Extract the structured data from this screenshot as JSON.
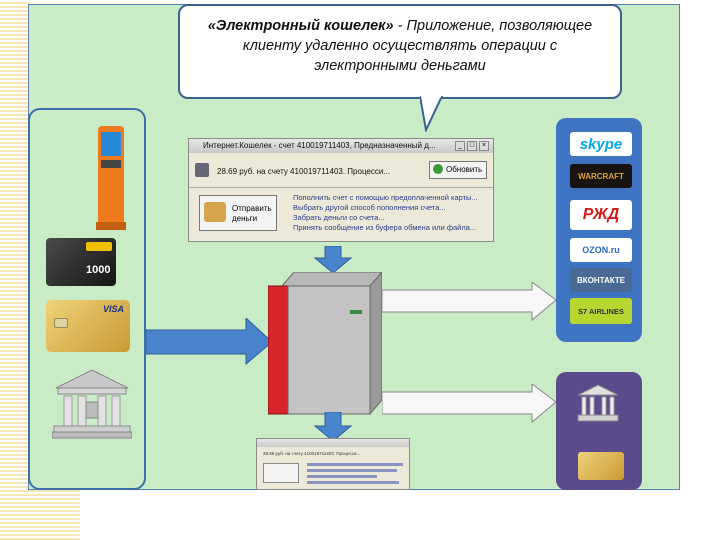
{
  "callout": {
    "title": "«Электронный кошелек»",
    "text_rest": " - Приложение, позволяющее клиенту удаленно осуществлять операции с электронными деньгами"
  },
  "card_amount": "1000",
  "card_brand": "VISA",
  "wallet_window": {
    "title": "Интернет.Кошелек - счет 410019711403, Предназначенный д...",
    "balance": "28.69 руб. на счету 410019711403. Процесси...",
    "refresh_label": "Обновить",
    "send_label_1": "Отправить",
    "send_label_2": "деньги",
    "links": [
      "Пополнить счет с помощью предоплаченной карты...",
      "Выбрать другой способ пополнения счета...",
      "Забрать деньги со счета...",
      "Принять сообщение из буфера обмена или файла..."
    ]
  },
  "small_window": {
    "balance": "28.69 руб. на счету 410019711403. Процесси..."
  },
  "logos": {
    "skype": "skype",
    "warcraft": "WARCRAFT",
    "rzd": "РЖД",
    "ozon": "OZON.ru",
    "vk": "ВКОНТАКТЕ",
    "s7": "S7 AIRLINES"
  }
}
